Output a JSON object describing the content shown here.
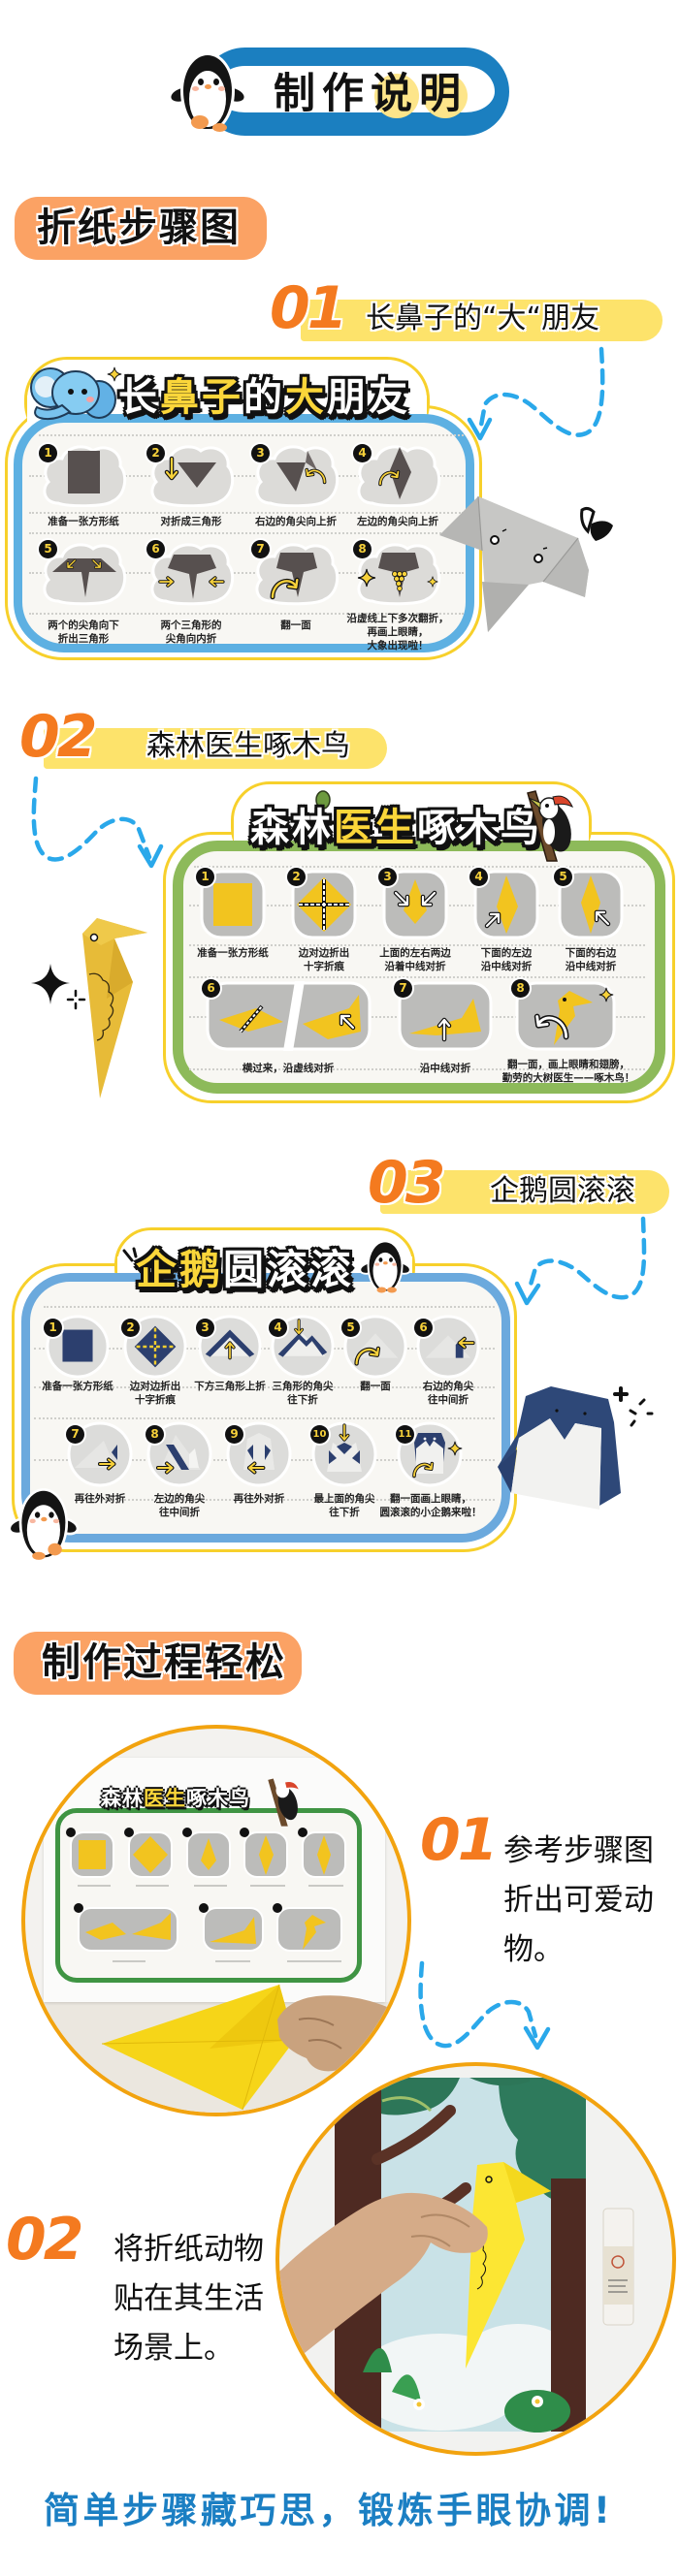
{
  "header": {
    "title_plain": "制作",
    "title_hl_1": "说",
    "title_hl_2": "明"
  },
  "section_labels": {
    "steps_diagram": "折纸步骤图",
    "process": "制作过程轻松"
  },
  "projects": [
    {
      "number": "01",
      "title": "长鼻子的“大“朋友",
      "banner": [
        {
          "text": "长",
          "highlight": false
        },
        {
          "text": "鼻子",
          "highlight": true
        },
        {
          "text": "的",
          "highlight": false
        },
        {
          "text": "大",
          "highlight": true
        },
        {
          "text": "朋友",
          "highlight": false
        }
      ],
      "frame_color": "#5db0e2",
      "paper_color": "#57504f",
      "steps": [
        {
          "n": "1",
          "caption": "准备一张方形纸"
        },
        {
          "n": "2",
          "caption": "对折成三角形"
        },
        {
          "n": "3",
          "caption": "右边的角尖向上折"
        },
        {
          "n": "4",
          "caption": "左边的角尖向上折"
        },
        {
          "n": "5",
          "caption": "两个的尖角向下\n折出三角形"
        },
        {
          "n": "6",
          "caption": "两个三角形的\n尖角向内折"
        },
        {
          "n": "7",
          "caption": "翻一面"
        },
        {
          "n": "8",
          "caption": "沿虚线上下多次翻折，\n再画上眼睛，\n大象出现啦！"
        }
      ]
    },
    {
      "number": "02",
      "title": "森林医生啄木鸟",
      "banner": [
        {
          "text": "森林",
          "highlight": false
        },
        {
          "text": "医生",
          "highlight": true
        },
        {
          "text": "啄木鸟",
          "highlight": false
        }
      ],
      "frame_color": "#8dba5a",
      "paper_color": "#f2c41f",
      "steps": [
        {
          "n": "1",
          "caption": "准备一张方形纸"
        },
        {
          "n": "2",
          "caption": "边对边折出\n十字折痕"
        },
        {
          "n": "3",
          "caption": "上面的左右两边\n沿着中线对折"
        },
        {
          "n": "4",
          "caption": "下面的左边\n沿中线对折"
        },
        {
          "n": "5",
          "caption": "下面的右边\n沿中线对折"
        },
        {
          "n": "6",
          "caption": "横过来，沿虚线对折"
        },
        {
          "n": "7",
          "caption": "沿中线对折"
        },
        {
          "n": "8",
          "caption": "翻一面，画上眼睛和翅膀，\n勤劳的大树医生——啄木鸟！"
        }
      ]
    },
    {
      "number": "03",
      "title": "企鹅圆滚滚",
      "banner": [
        {
          "text": "企鹅",
          "highlight": true
        },
        {
          "text": "圆滚滚",
          "highlight": false
        }
      ],
      "frame_color": "#6ba9dd",
      "paper_color": "#2c3f6e",
      "steps": [
        {
          "n": "1",
          "caption": "准备一张方形纸"
        },
        {
          "n": "2",
          "caption": "边对边折出\n十字折痕"
        },
        {
          "n": "3",
          "caption": "下方三角形上折"
        },
        {
          "n": "4",
          "caption": "三角形的角尖\n往下折"
        },
        {
          "n": "5",
          "caption": "翻一面"
        },
        {
          "n": "6",
          "caption": "右边的角尖\n往中间折"
        },
        {
          "n": "7",
          "caption": "再往外对折"
        },
        {
          "n": "8",
          "caption": "左边的角尖\n往中间折"
        },
        {
          "n": "9",
          "caption": "再往外对折"
        },
        {
          "n": "10",
          "caption": "最上面的角尖\n往下折"
        },
        {
          "n": "11",
          "caption": "翻一面画上眼睛，\n圆滚滚的小企鹅来啦！"
        }
      ]
    }
  ],
  "process_photo_1": {
    "card_banner": [
      {
        "text": "森林",
        "highlight": false
      },
      {
        "text": "医生",
        "highlight": true
      },
      {
        "text": "啄木鸟",
        "highlight": false
      }
    ]
  },
  "process_steps": [
    {
      "number": "01",
      "text": "参考步骤图\n折出可爱动\n物。"
    },
    {
      "number": "02",
      "text": "将折纸动物\n贴在其生活\n场景上。"
    }
  ],
  "slogan": "简单步骤藏巧思，锻炼手眼协调!",
  "colors": {
    "header_ring": "#1b7fc0",
    "section_pill": "#fba264",
    "step_number": "#f47a1f",
    "title_bar": "#fde36b",
    "dashed_arrow": "#2aa8ea",
    "card_outline": "#f7d02b",
    "photo_ring": "#f2a30f",
    "slogan": "#1b7fc3"
  }
}
